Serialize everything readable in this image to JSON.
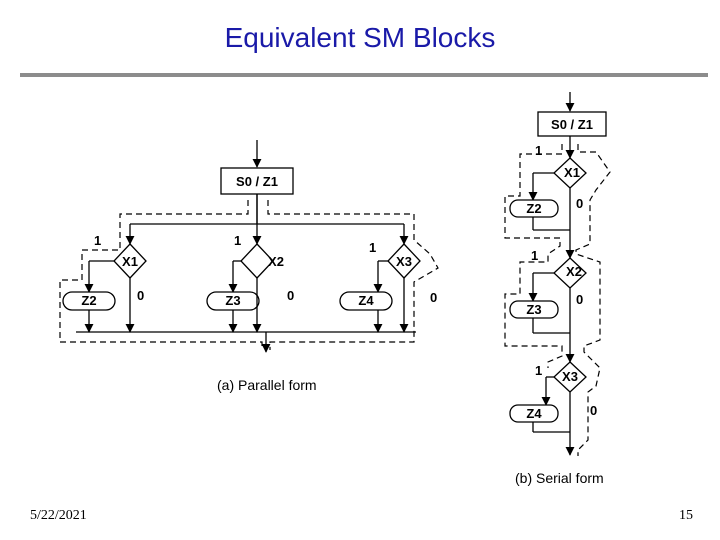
{
  "slide": {
    "title": "Equivalent SM Blocks",
    "date": "5/22/2021",
    "page_number": "15"
  },
  "parallel_form": {
    "caption": "(a) Parallel form",
    "state_box": "S0 / Z1",
    "branches": [
      {
        "decision": "X1",
        "output": "Z2",
        "true_label": "1",
        "false_label": "0"
      },
      {
        "decision": "X2",
        "output": "Z3",
        "true_label": "1",
        "false_label": "0"
      },
      {
        "decision": "X3",
        "output": "Z4",
        "true_label": "1",
        "false_label": "0"
      }
    ]
  },
  "serial_form": {
    "caption": "(b) Serial form",
    "state_box": "S0 / Z1",
    "branches": [
      {
        "decision": "X1",
        "output": "Z2",
        "true_label": "1",
        "false_label": "0"
      },
      {
        "decision": "X2",
        "output": "Z3",
        "true_label": "1",
        "false_label": "0"
      },
      {
        "decision": "X3",
        "output": "Z4",
        "true_label": "1",
        "false_label": "0"
      }
    ]
  }
}
